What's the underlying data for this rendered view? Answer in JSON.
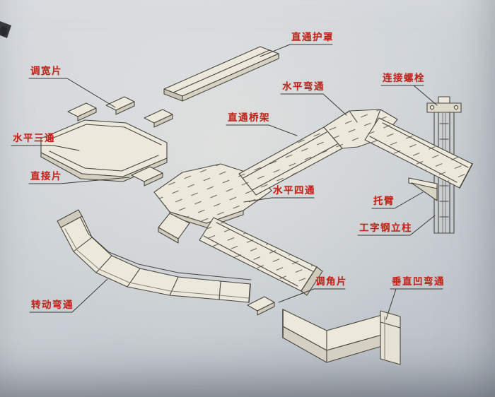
{
  "colors": {
    "paper": "#ced3d7",
    "ink": "#4a4640",
    "surface": "#ece8db",
    "label_text": "#bf241a"
  },
  "labels": [
    {
      "name": "straight-through-cover",
      "text": "直通护罩"
    },
    {
      "name": "width-adjust-piece",
      "text": "调宽片"
    },
    {
      "name": "horizontal-bend",
      "text": "水平弯通"
    },
    {
      "name": "connecting-bolt",
      "text": "连接螺栓"
    },
    {
      "name": "straight-through-tray",
      "text": "直通桥架"
    },
    {
      "name": "horizontal-tee",
      "text": "水平三通"
    },
    {
      "name": "direct-connect-piece",
      "text": "直接片"
    },
    {
      "name": "horizontal-cross",
      "text": "水平四通"
    },
    {
      "name": "support-arm",
      "text": "托臂"
    },
    {
      "name": "i-beam-column",
      "text": "工字钢立柱"
    },
    {
      "name": "angle-adjust-piece",
      "text": "调角片"
    },
    {
      "name": "vertical-concave-bend",
      "text": "垂直凹弯通"
    },
    {
      "name": "rotating-bend",
      "text": "转动弯通"
    }
  ]
}
